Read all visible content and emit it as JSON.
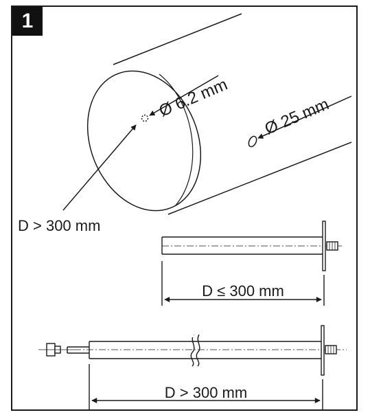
{
  "step": {
    "number": "1"
  },
  "pipe": {
    "hole_small_label": "Ø 6.2 mm",
    "hole_large_label": "Ø 25 mm",
    "distance_label": "D > 300 mm"
  },
  "short_probe": {
    "dimension_label": "D ≤ 300 mm"
  },
  "long_probe": {
    "dimension_label": "D > 300 mm"
  },
  "colors": {
    "line": "#1a1a1a",
    "background": "#ffffff",
    "badge": "#111111"
  }
}
